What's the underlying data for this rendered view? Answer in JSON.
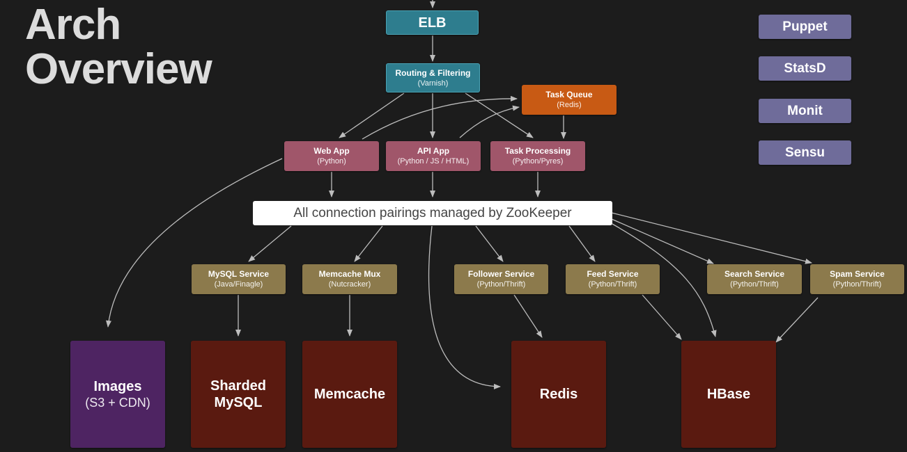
{
  "title": {
    "line1": "Arch",
    "line2": "Overview"
  },
  "colors": {
    "background": "#1c1c1c",
    "edge": "#bdbdbd",
    "elb": "#2e7d8e",
    "task_queue": "#c85a14",
    "app": "#a0566a",
    "service": "#8c7a4c",
    "tool": "#6f6c9a",
    "images": "#4e2462",
    "storage": "#5a1a10"
  },
  "nodes": {
    "elb": {
      "label": "ELB"
    },
    "routing": {
      "label": "Routing & Filtering",
      "sub": "(Varnish)"
    },
    "task_queue": {
      "label": "Task Queue",
      "sub": "(Redis)"
    },
    "web_app": {
      "label": "Web App",
      "sub": "(Python)"
    },
    "api_app": {
      "label": "API App",
      "sub": "(Python / JS / HTML)"
    },
    "task_processing": {
      "label": "Task Processing",
      "sub": "(Python/Pyres)"
    },
    "zookeeper": {
      "label": "All connection pairings managed by ZooKeeper"
    },
    "mysql_service": {
      "label": "MySQL Service",
      "sub": "(Java/Finagle)"
    },
    "memcache_mux": {
      "label": "Memcache Mux",
      "sub": "(Nutcracker)"
    },
    "follower_service": {
      "label": "Follower Service",
      "sub": "(Python/Thrift)"
    },
    "feed_service": {
      "label": "Feed Service",
      "sub": "(Python/Thrift)"
    },
    "search_service": {
      "label": "Search Service",
      "sub": "(Python/Thrift)"
    },
    "spam_service": {
      "label": "Spam Service",
      "sub": "(Python/Thrift)"
    },
    "images": {
      "label": "Images",
      "sub": "(S3 + CDN)"
    },
    "sharded_mysql": {
      "label": "Sharded MySQL"
    },
    "memcache": {
      "label": "Memcache"
    },
    "redis": {
      "label": "Redis"
    },
    "hbase": {
      "label": "HBase"
    }
  },
  "tools": [
    "Puppet",
    "StatsD",
    "Monit",
    "Sensu"
  ]
}
